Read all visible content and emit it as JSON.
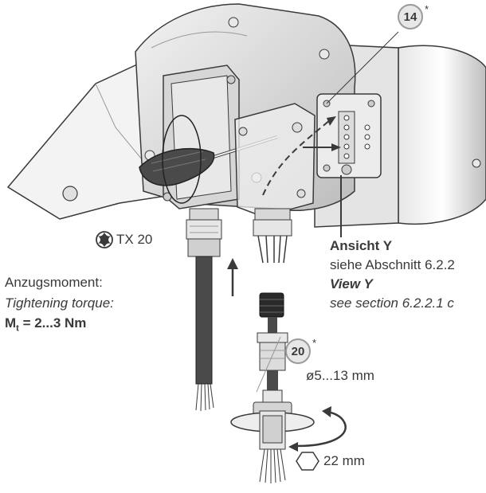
{
  "colors": {
    "text": "#3a3a3a",
    "metal": "#d2d2d2",
    "metal_dark": "#9a9a9a",
    "outline": "#3a3a3a",
    "callout_fill": "#e7e7e7"
  },
  "icons": [
    "torx-icon",
    "hex-nut-icon",
    "arrow-up-icon",
    "rotation-arrow-icon",
    "screwdriver-icon"
  ],
  "labels": {
    "tool_size": "TX 20",
    "torque_de": "Anzugsmoment:",
    "torque_en": "Tightening torque:",
    "torque_symbol": "M",
    "torque_sub": "t",
    "torque_value": " = 2...3 Nm",
    "view_de": "Ansicht Y",
    "view_ref_de": "siehe Abschnitt 6.2.2",
    "view_en": "View Y",
    "view_ref_en": "see section 6.2.2.1 c",
    "cable_range": "ø5...13 mm",
    "wrench_size": "22 mm"
  },
  "callouts": [
    {
      "number": "14",
      "mark": "*"
    },
    {
      "number": "20",
      "mark": "*"
    }
  ]
}
